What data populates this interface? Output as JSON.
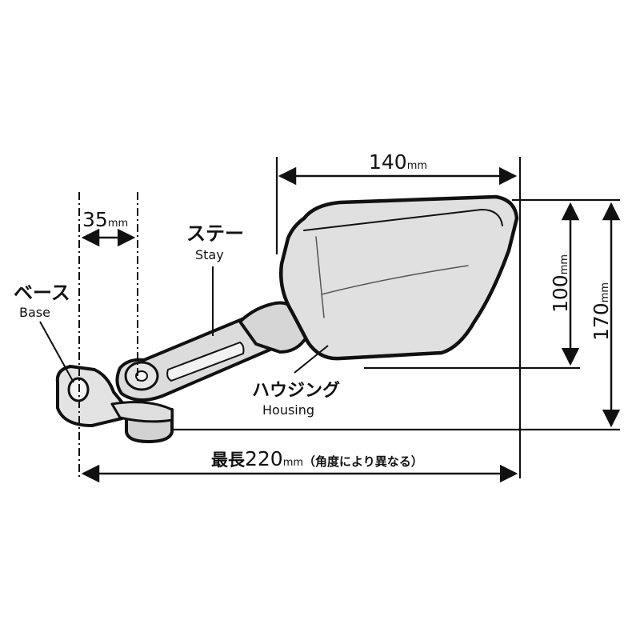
{
  "dimensions": {
    "width": {
      "value": "140",
      "unit": "mm"
    },
    "height_housing": {
      "value": "100",
      "unit": "mm"
    },
    "height_total": {
      "value": "170",
      "unit": "mm"
    },
    "offset": {
      "value": "35",
      "unit": "mm"
    },
    "length": {
      "prefix": "最長",
      "value": "220",
      "unit": "mm",
      "note": "（角度により異なる）"
    }
  },
  "labels": {
    "base": {
      "jp": "ベース",
      "en": "Base"
    },
    "stay": {
      "jp": "ステー",
      "en": "Stay"
    },
    "housing": {
      "jp": "ハウジング",
      "en": "Housing"
    }
  }
}
